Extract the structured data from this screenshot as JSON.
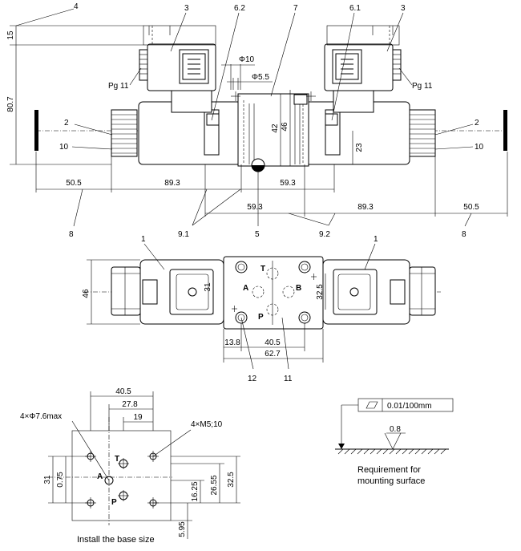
{
  "labels": {
    "n1": "1",
    "n1b": "1",
    "n2": "2",
    "n2b": "2",
    "n3": "3",
    "n3b": "3",
    "n4": "4",
    "n5": "5",
    "n6_1": "6.1",
    "n6_2": "6.2",
    "n7": "7",
    "n8": "8",
    "n8b": "8",
    "n9_1": "9.1",
    "n9_2": "9.2",
    "n10": "10",
    "n10b": "10",
    "n11": "11",
    "n12": "12"
  },
  "dimensions": {
    "d15": "15",
    "d80_7": "80.7",
    "d50_5": "50.5",
    "d89_3": "89.3",
    "d59_3": "59.3",
    "d59_3b": "59.3",
    "d89_3b": "89.3",
    "d50_5b": "50.5",
    "phi10": "Φ10",
    "phi5_5": "Φ5.5",
    "d42": "42",
    "d46": "46",
    "d23": "23",
    "pg11_l": "Pg 11",
    "pg11_r": "Pg 11",
    "d46b": "46",
    "d31": "31",
    "d32_5": "32.5",
    "d13_8": "13.8",
    "d40_5": "40.5",
    "d62_7": "62.7",
    "b40_5": "40.5",
    "b27_8": "27.8",
    "b19": "19",
    "b_holes": "4×Φ7.6max",
    "b_threads": "4×M5;10",
    "b31": "31",
    "b0_75": "0.75",
    "b16_25": "16.25",
    "b26_55": "26.55",
    "b32_5": "32.5",
    "b5_95": "5.95"
  },
  "ports": {
    "t": "T",
    "a": "A",
    "b": "B",
    "p": "P",
    "bt": "T",
    "ba": "A",
    "bp": "P"
  },
  "captions": {
    "base": "Install the base size",
    "req_line1": "Requirement for",
    "req_line2": "mounting surface",
    "roughness": "0.8",
    "tolerance": "0.01/100mm"
  }
}
